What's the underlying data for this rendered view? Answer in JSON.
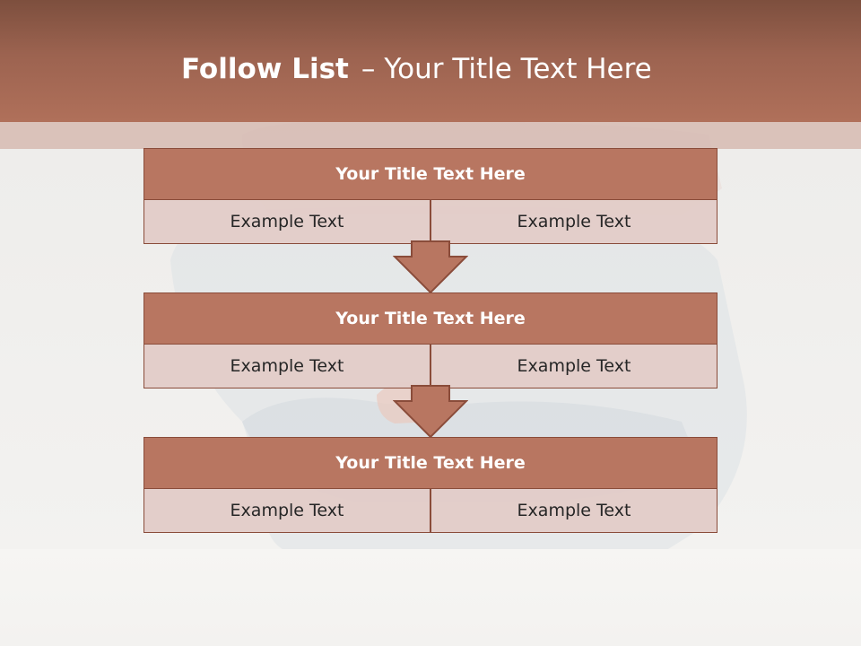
{
  "header": {
    "title_bold": "Follow List",
    "title_sep": "–",
    "title_rest": "Your Title Text Here"
  },
  "blocks": [
    {
      "title": "Your Title Text Here",
      "left": "Example Text",
      "right": "Example Text"
    },
    {
      "title": "Your Title Text Here",
      "left": "Example Text",
      "right": "Example Text"
    },
    {
      "title": "Your Title Text Here",
      "left": "Example Text",
      "right": "Example Text"
    }
  ],
  "colors": {
    "header": "#a8695a",
    "block_title_fill": "#b87661",
    "block_cell_fill": "#e2ccc8",
    "border": "#8a4c3a"
  }
}
